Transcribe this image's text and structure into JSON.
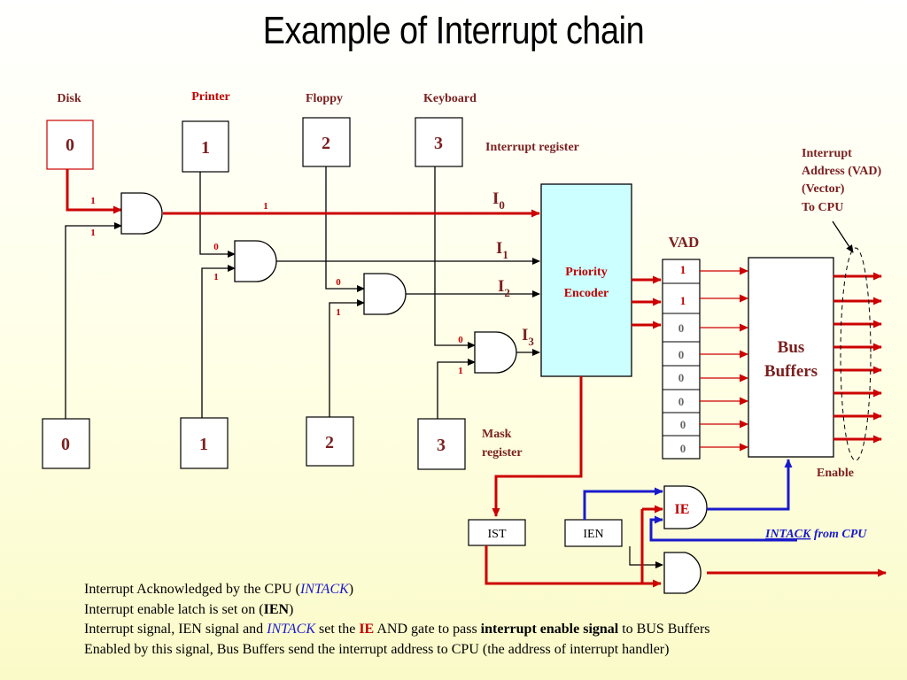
{
  "title": "Example of Interrupt chain",
  "devices": [
    "Disk",
    "Printer",
    "Floppy",
    "Keyboard"
  ],
  "interrupt_register": {
    "label": "Interrupt register",
    "values": [
      "0",
      "1",
      "2",
      "3"
    ]
  },
  "mask_register": {
    "label_line1": "Mask",
    "label_line2": "register",
    "values": [
      "0",
      "1",
      "2",
      "3"
    ]
  },
  "gate_bits": {
    "gate0": [
      "1",
      "1"
    ],
    "gate0_out": "1",
    "gate1": [
      "0",
      "1"
    ],
    "gate2": [
      "0",
      "1"
    ],
    "gate3": [
      "0",
      "1"
    ]
  },
  "interrupt_lines": [
    {
      "main": "I",
      "sub": "0"
    },
    {
      "main": "I",
      "sub": "1"
    },
    {
      "main": "I",
      "sub": "2"
    },
    {
      "main": "I",
      "sub": "3"
    }
  ],
  "encoder": {
    "line1": "Priority",
    "line2": "Encoder"
  },
  "vad": {
    "label": "VAD",
    "bits": [
      "1",
      "1",
      "0",
      "0",
      "0",
      "0",
      "0",
      "0"
    ]
  },
  "bus_buffers": {
    "line1": "Bus",
    "line2": "Buffers",
    "enable": "Enable"
  },
  "vad_note": [
    "Interrupt",
    "Address (VAD)",
    "(Vector)",
    "To CPU"
  ],
  "ist": "IST",
  "ien": "IEN",
  "ie": "IE",
  "intack": {
    "italic": "INTACK",
    "rest": " from CPU"
  },
  "notes": {
    "l1_a": "Interrupt Acknowledged by the CPU (",
    "l1_b": "INTACK",
    "l1_c": ")",
    "l2_a": "Interrupt enable latch is set on (",
    "l2_b": "IEN",
    "l2_c": ")",
    "l3_a": "Interrupt signal, IEN signal and ",
    "l3_b": "INTACK",
    "l3_c": " set the ",
    "l3_d": "IE",
    "l3_e": " AND gate to pass ",
    "l3_f": "interrupt enable signal",
    "l3_g": " to BUS Buffers",
    "l4": "Enabled by this signal, Bus Buffers send the interrupt address to CPU (the address of interrupt handler)"
  },
  "colors": {
    "signal_red": "#cc0000",
    "intack_blue": "#1a1acc",
    "encoder_fill": "#ccffff",
    "label_brown": "#7a1f1f"
  }
}
